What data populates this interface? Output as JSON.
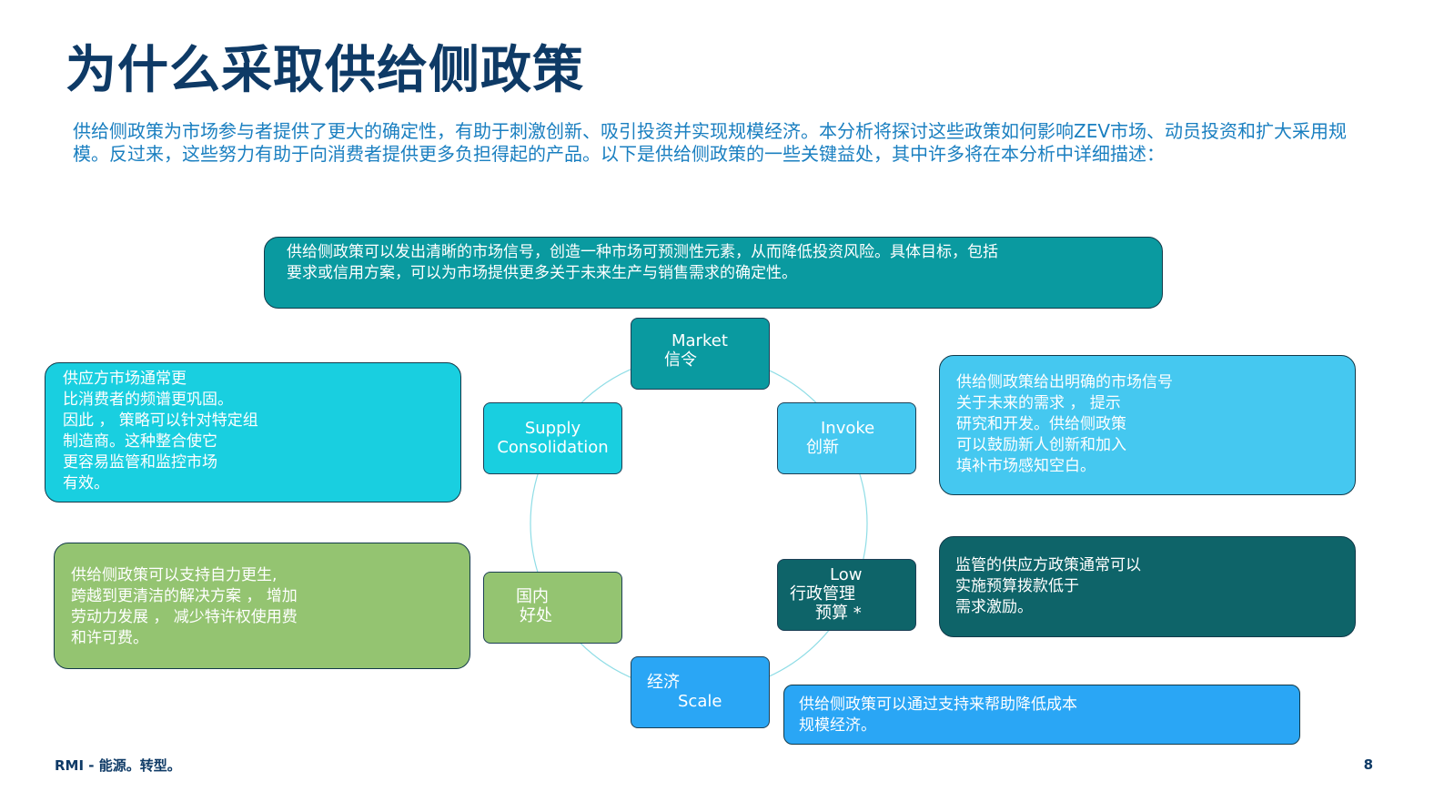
{
  "title": "为什么采取供给侧政策",
  "intro": "供给侧政策为市场参与者提供了更大的确定性，有助于刺激创新、吸引投资并实现规模经济。本分析将探讨这些政策如何影响ZEV市场、动员投资和扩大采用规模。反过来，这些努力有助于向消费者提供更多负担得起的产品。以下是供给侧政策的一些关键益处，其中许多将在本分析中详细描述：",
  "colors": {
    "title": "#0e3a66",
    "intro": "#1a7fc0",
    "teal": "#0a9aa0",
    "light_blue": "#45c8f0",
    "cyan": "#19cfe0",
    "dark_teal": "#0e6469",
    "green": "#94c471",
    "blue": "#2aa6f5"
  },
  "cycle": {
    "market": [
      "Market",
      "信令"
    ],
    "invoke": [
      "Invoke",
      "创新"
    ],
    "low": [
      "Low",
      "行政管理",
      "预算 *"
    ],
    "scale": [
      "经济",
      "Scale"
    ],
    "domestic": [
      "国内",
      "好处"
    ],
    "supply": [
      "Supply",
      "Consolidation"
    ]
  },
  "descriptions": {
    "market": [
      "供给侧政策可以发出清晰的市场信号，创造一种市场可预测性元素，从而降低投资风险。具体目标，包括",
      "要求或信用方案，可以为市场提供更多关于未来生产与销售需求的确定性。"
    ],
    "invoke": [
      "供给侧政策给出明确的市场信号",
      "关于未来的需求 ， 提示",
      "研究和开发。供给侧政策",
      "可以鼓励新人创新和加入",
      "填补市场感知空白。"
    ],
    "low": [
      "监管的供应方政策通常可以",
      "实施预算拨款低于",
      "需求激励。"
    ],
    "scale": [
      "供给侧政策可以通过支持来帮助降低成本",
      "规模经济。"
    ],
    "domestic": [
      "供给侧政策可以支持自力更生,",
      "跨越到更清洁的解决方案 ， 增加",
      "劳动力发展 ， 减少特许权使用费",
      "和许可费。"
    ],
    "supply": [
      "供应方市场通常更",
      "比消费者的频谱更巩固。",
      "因此 ， 策略可以针对特定组",
      "制造商。这种整合使它",
      "更容易监管和监控市场",
      "有效。"
    ]
  },
  "footer": {
    "org": "RMI - 能源。转型。",
    "page": "8"
  }
}
